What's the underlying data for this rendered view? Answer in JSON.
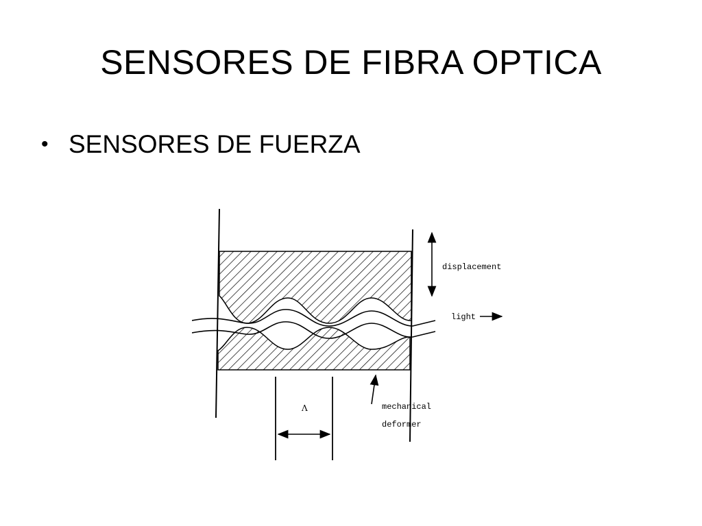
{
  "slide": {
    "title": "SENSORES DE FIBRA OPTICA",
    "bullets": [
      "SENSORES DE FUERZA"
    ]
  },
  "diagram": {
    "labels": {
      "displacement": "displacement",
      "light": "light",
      "lambda": "Λ",
      "mechanical": "mechanical",
      "deformer": "deformer"
    }
  }
}
